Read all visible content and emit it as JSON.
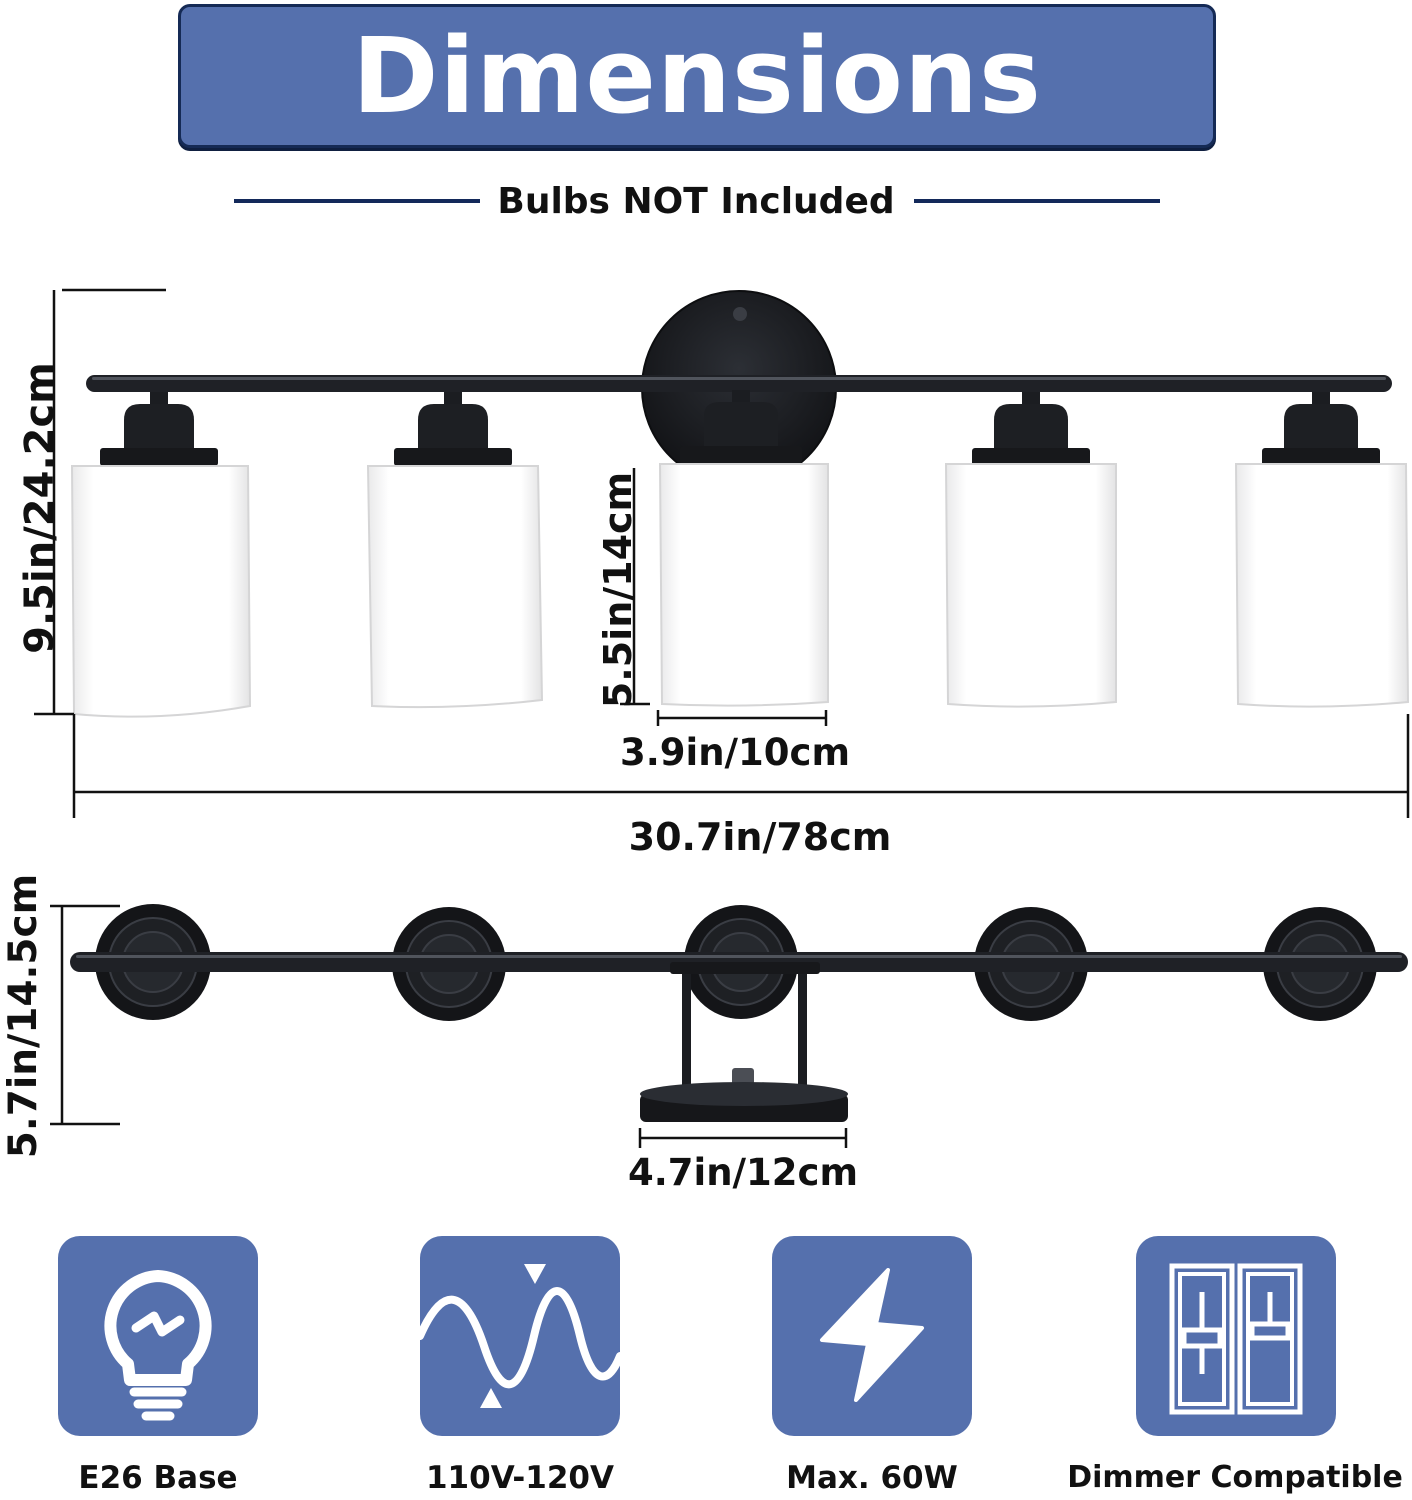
{
  "header": {
    "title": "Dimensions",
    "subtitle": "Bulbs NOT Included"
  },
  "dimensions": {
    "total_height": "9.5in/24.2cm",
    "shade_height": "5.5in/14cm",
    "shade_width": "3.9in/10cm",
    "total_length": "30.7in/78cm",
    "depth": "5.7in/14.5cm",
    "backplate_width": "4.7in/12cm"
  },
  "features": [
    {
      "label": "E26 Base",
      "icon": "bulb-icon"
    },
    {
      "label": "110V-120V",
      "icon": "sine-wave-icon"
    },
    {
      "label": "Max. 60W",
      "icon": "lightning-icon"
    },
    {
      "label": "Dimmer Compatible",
      "icon": "dimmer-switch-icon"
    }
  ],
  "colors": {
    "accent": "#5570ad",
    "banner_border": "#152a55",
    "fixture": "#1b1d21",
    "shade": "#ffffff"
  }
}
